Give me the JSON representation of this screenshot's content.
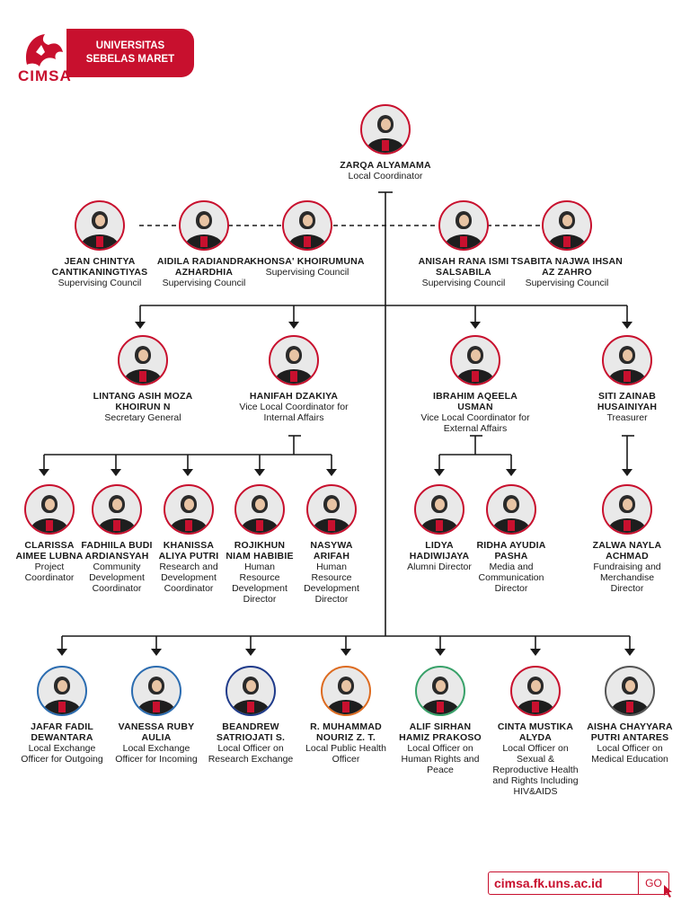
{
  "header": {
    "logo_text": "CIMSA",
    "banner_line1": "UNIVERSITAS",
    "banner_line2": "SEBELAS MARET"
  },
  "footer": {
    "website": "cimsa.fk.uns.ac.id",
    "go_label": "GO"
  },
  "colors": {
    "accent": "#c8102e",
    "ring_blue": "#2b6cb0",
    "ring_dark_blue": "#1e3a8a",
    "ring_orange": "#dd6b20",
    "ring_green": "#38a169",
    "ring_gray": "#555555"
  },
  "people": [
    {
      "name": "ZARQA ALYAMAMA",
      "role": "Local Coordinator"
    },
    {
      "name": "JEAN CHINTYA CANTIKANINGTIYAS",
      "role": "Supervising Council"
    },
    {
      "name": "AIDILA RADIANDRA AZHARDHIA",
      "role": "Supervising Council"
    },
    {
      "name": "KHONSA' KHOIRUMUNA",
      "role": "Supervising Council"
    },
    {
      "name": "ANISAH RANA ISMI SALSABILA",
      "role": "Supervising Council"
    },
    {
      "name": "TSABITA NAJWA IHSAN AZ ZAHRO",
      "role": "Supervising Council"
    },
    {
      "name": "LINTANG ASIH MOZA KHOIRUN N",
      "role": "Secretary General"
    },
    {
      "name": "HANIFAH DZAKIYA",
      "role": "Vice Local Coordinator for Internal Affairs"
    },
    {
      "name": "IBRAHIM AQEELA USMAN",
      "role": "Vice Local Coordinator for External Affairs"
    },
    {
      "name": "SITI ZAINAB HUSAINIYAH",
      "role": "Treasurer"
    },
    {
      "name": "CLARISSA AIMEE LUBNA",
      "role": "Project Coordinator"
    },
    {
      "name": "FADHIILA BUDI ARDIANSYAH",
      "role": "Community Development Coordinator"
    },
    {
      "name": "KHANISSA ALIYA PUTRI",
      "role": "Research and Development Coordinator"
    },
    {
      "name": "ROJIKHUN NIAM HABIBIE",
      "role": "Human Resource Development Director"
    },
    {
      "name": "NASYWA ARIFAH",
      "role": "Human Resource Development Director"
    },
    {
      "name": "LIDYA HADIWIJAYA",
      "role": "Alumni Director"
    },
    {
      "name": "RIDHA AYUDIA PASHA",
      "role": "Media and Communication Director"
    },
    {
      "name": "ZALWA NAYLA ACHMAD",
      "role": "Fundraising and Merchandise Director"
    },
    {
      "name": "JAFAR FADIL DEWANTARA",
      "role": "Local Exchange Officer for Outgoing"
    },
    {
      "name": "VANESSA RUBY AULIA",
      "role": "Local Exchange Officer for Incoming"
    },
    {
      "name": "BEANDREW SATRIOJATI S.",
      "role": "Local Officer on Research Exchange"
    },
    {
      "name": "R. MUHAMMAD NOURIZ Z. T.",
      "role": "Local Public Health Officer"
    },
    {
      "name": "ALIF SIRHAN HAMIZ PRAKOSO",
      "role": "Local Officer on Human Rights and Peace"
    },
    {
      "name": "CINTA MUSTIKA ALYDA",
      "role": "Local Officer on Sexual & Reproductive Health and Rights Including HIV&AIDS"
    },
    {
      "name": "AISHA CHAYYARA PUTRI ANTARES",
      "role": "Local Officer on Medical Education"
    }
  ]
}
